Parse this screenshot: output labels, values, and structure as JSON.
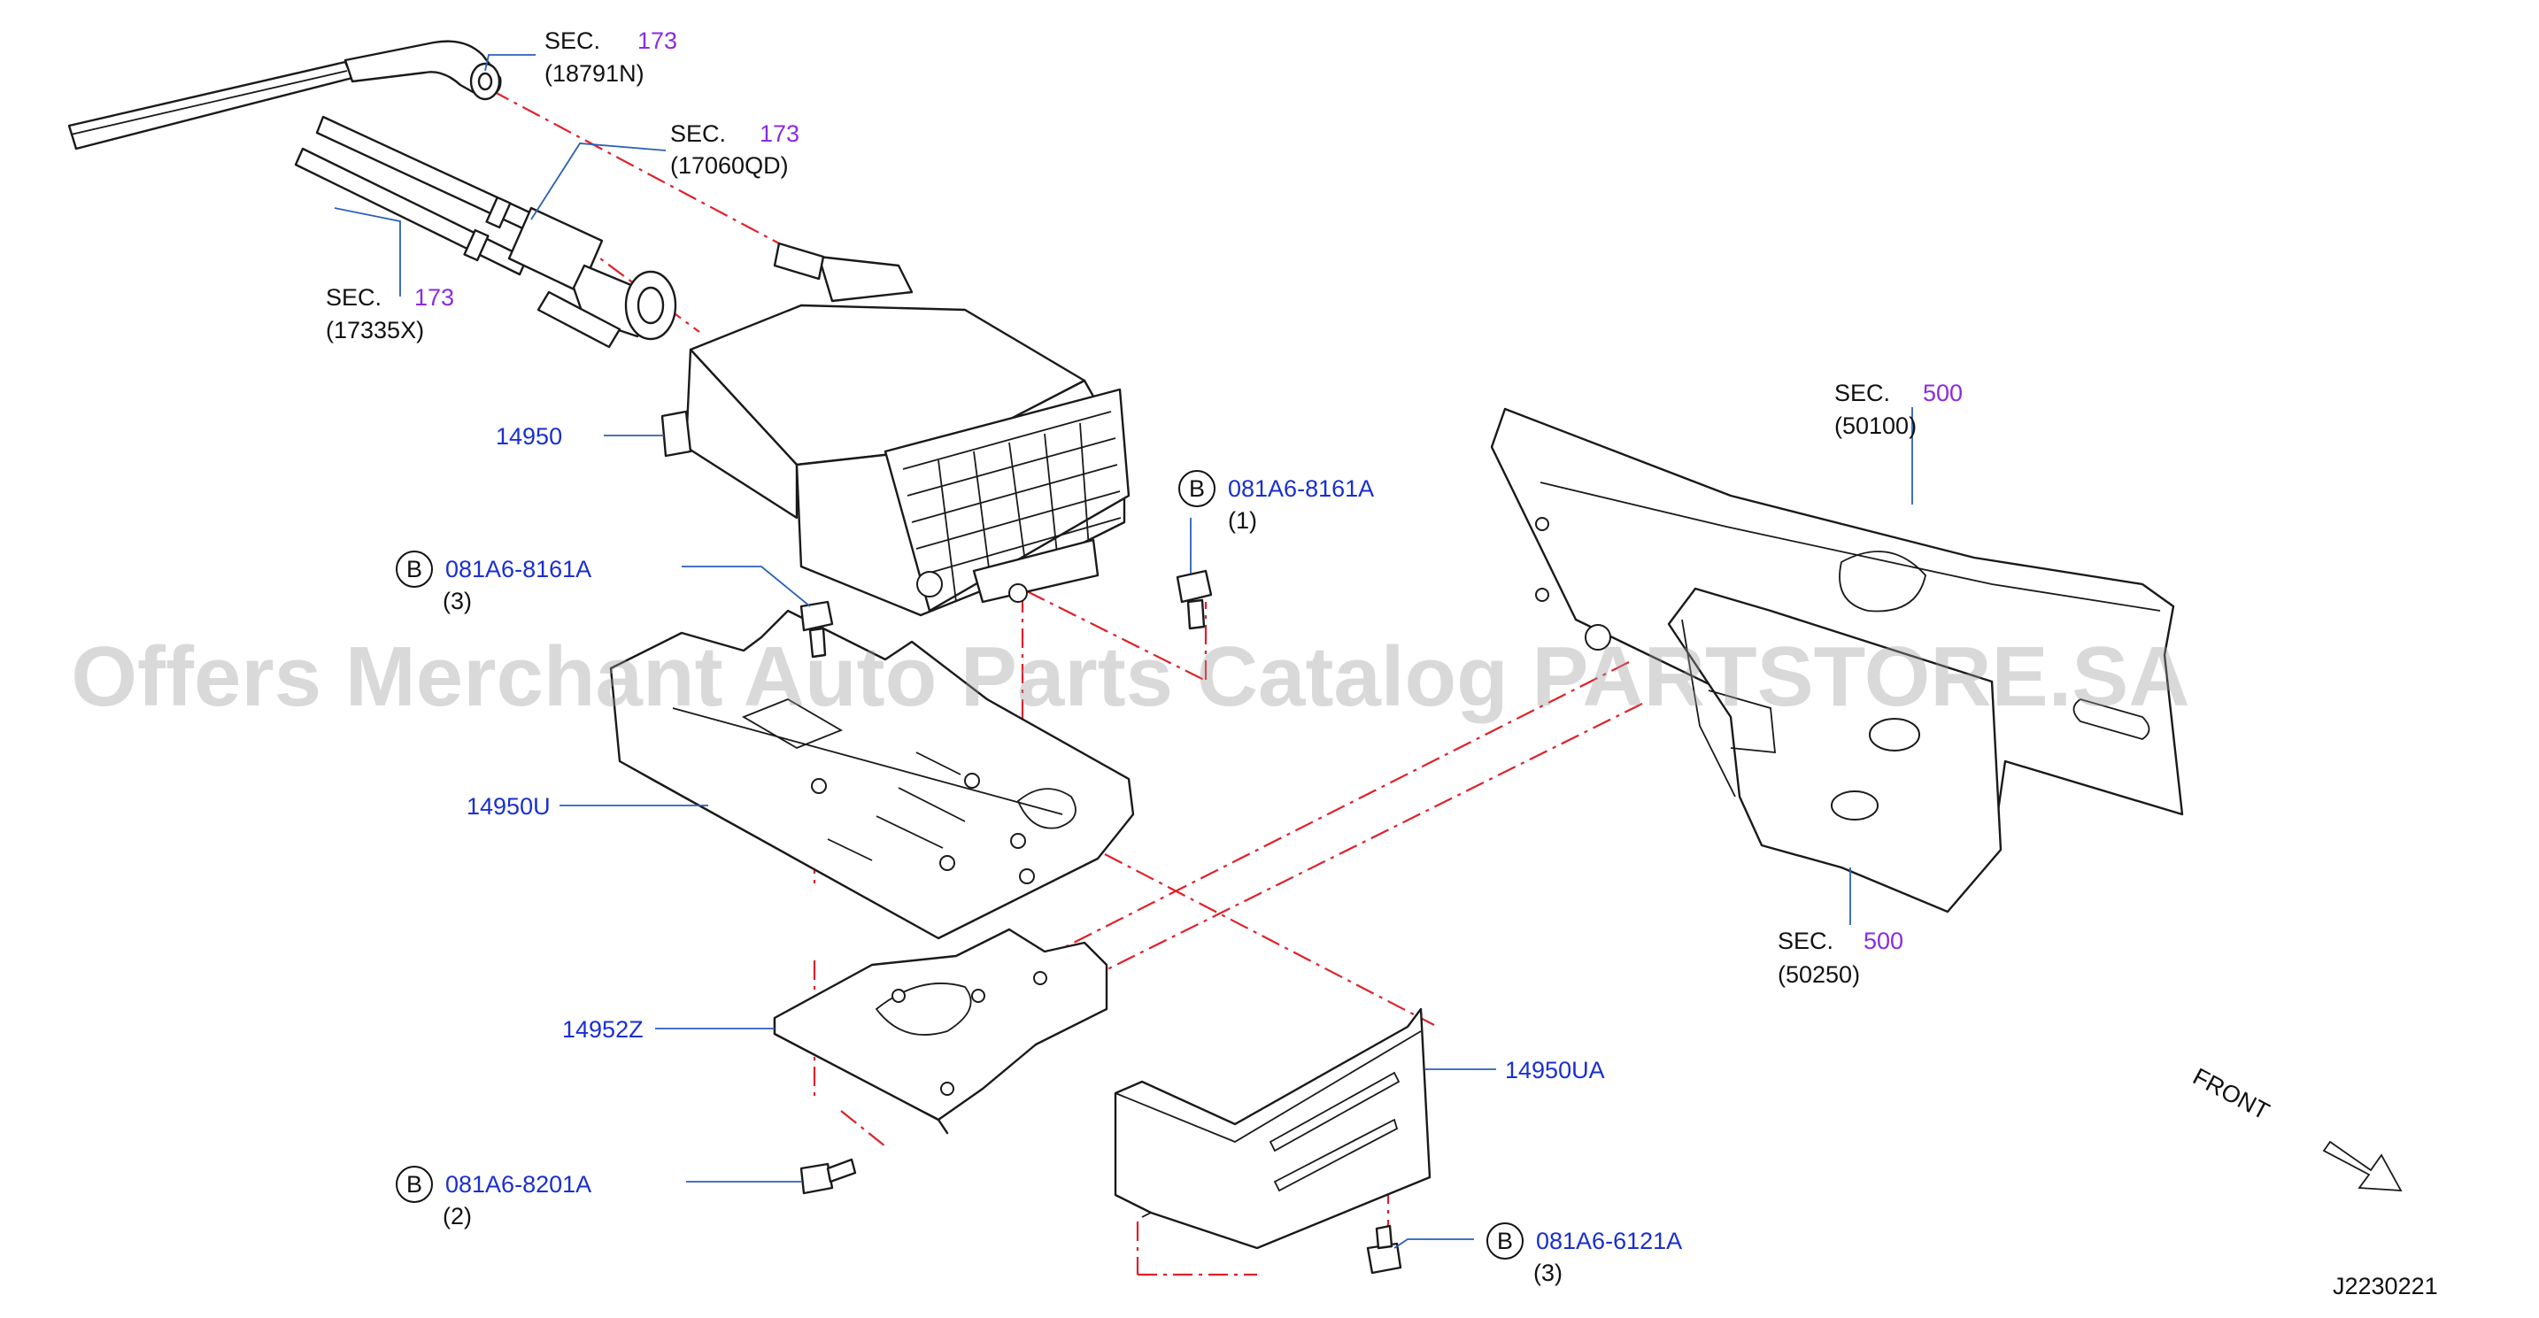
{
  "watermark": "Offers Merchant Auto Parts Catalog PARTSTORE.SA",
  "diagram_id": "J2230221",
  "front_label": "FRONT",
  "callouts": {
    "sec_18791n": {
      "prefix": "SEC.",
      "section": "173",
      "code": "(18791N)"
    },
    "sec_17060qd": {
      "prefix": "SEC.",
      "section": "173",
      "code": "(17060QD)"
    },
    "sec_17335x": {
      "prefix": "SEC.",
      "section": "173",
      "code": "(17335X)"
    },
    "sec_50100": {
      "prefix": "SEC.",
      "section": "500",
      "code": "(50100)"
    },
    "sec_50250": {
      "prefix": "SEC.",
      "section": "500",
      "code": "(50250)"
    },
    "part_14950": "14950",
    "part_14950u": "14950U",
    "part_14952z": "14952Z",
    "part_14950ua": "14950UA",
    "bolt_right_top": {
      "badge": "B",
      "part": "081A6-8161A",
      "qty": "(1)"
    },
    "bolt_left_top": {
      "badge": "B",
      "part": "081A6-8161A",
      "qty": "(3)"
    },
    "bolt_bottom_left": {
      "badge": "B",
      "part": "081A6-8201A",
      "qty": "(2)"
    },
    "bolt_bottom_right": {
      "badge": "B",
      "part": "081A6-6121A",
      "qty": "(3)"
    }
  }
}
